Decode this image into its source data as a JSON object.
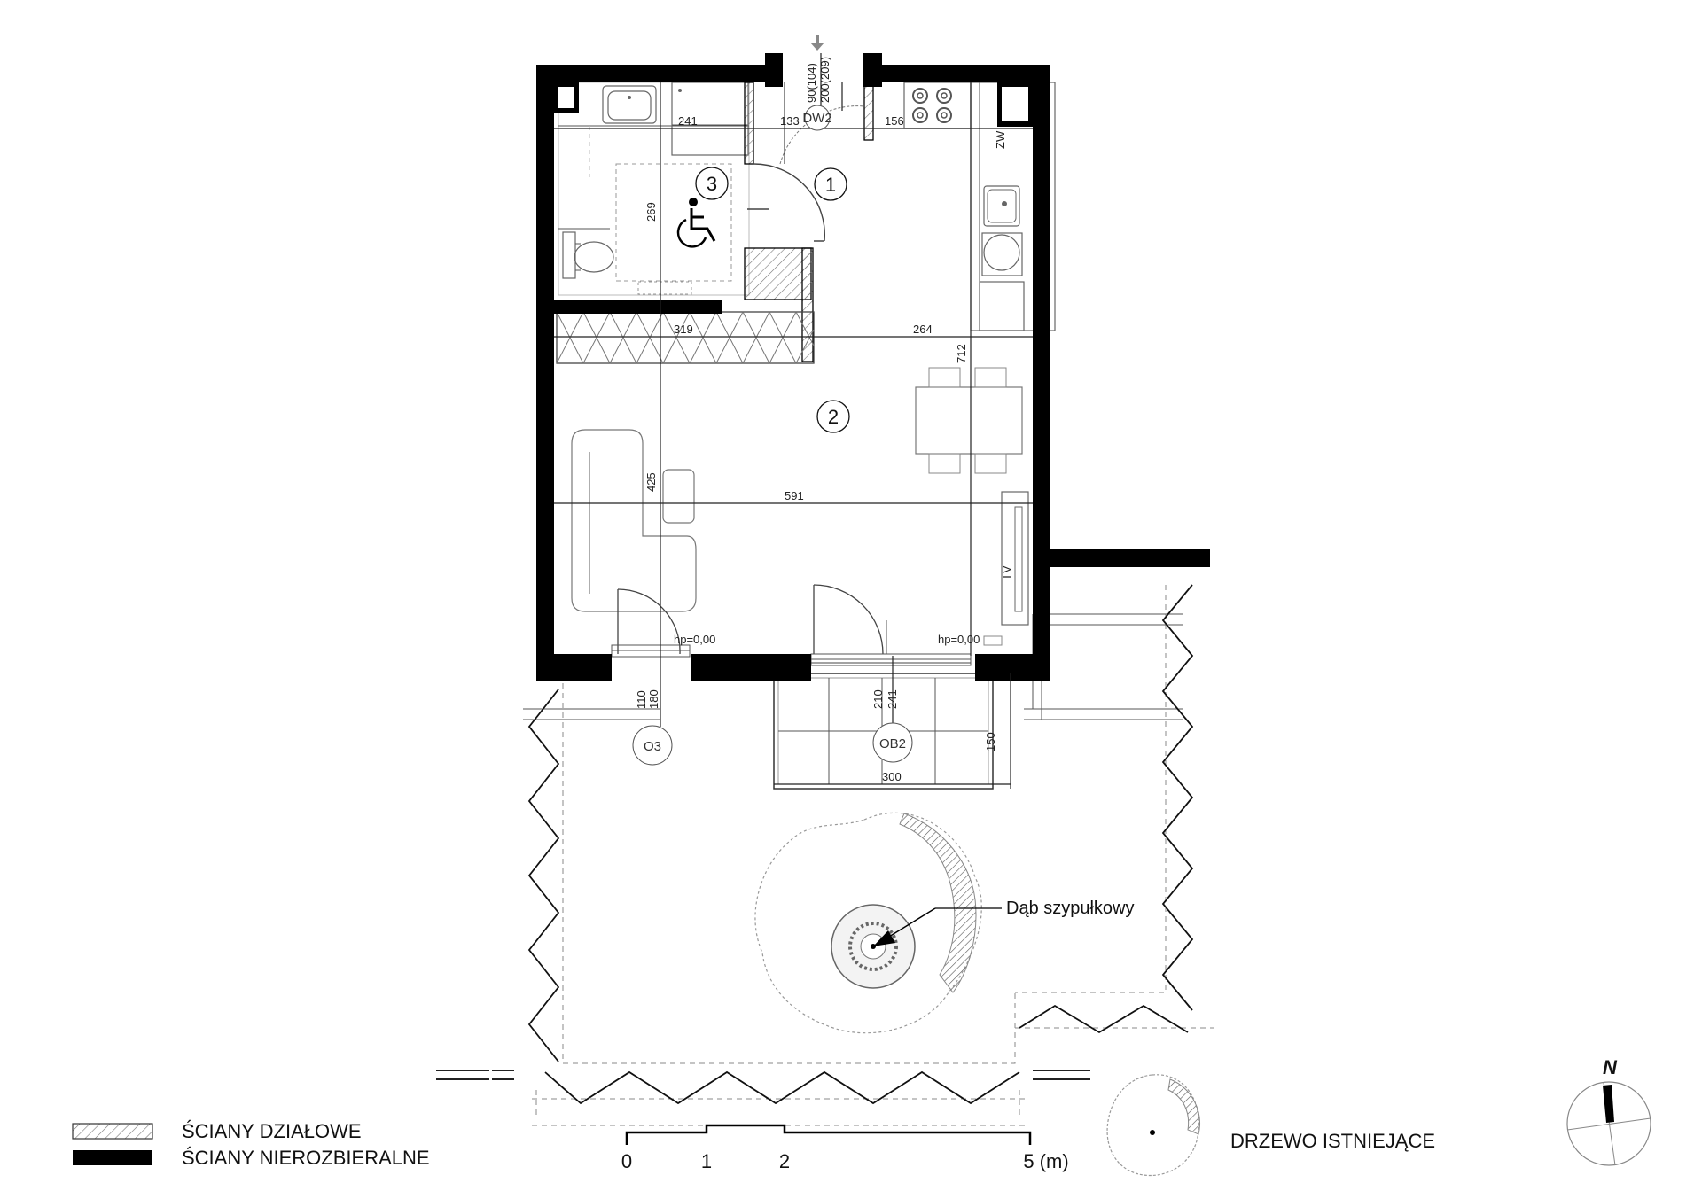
{
  "rooms": {
    "r1": "1",
    "r2": "2",
    "r3": "3"
  },
  "dimensions": {
    "bath_width": "241",
    "hall_width": "133",
    "kitchen_width": "156",
    "bath_depth": "269",
    "wardrobe_width": "319",
    "kitchen_run": "264",
    "living_depth_total": "712",
    "living_depth": "425",
    "living_width": "591",
    "terrace_depth": "150",
    "terrace_width": "300",
    "window_o3_low": "110",
    "window_o3_high": "180",
    "window_ob2_low": "210",
    "window_ob2_high": "241",
    "door_dw2_width": "90(104)",
    "door_dw2_height": "200(209)",
    "hp_left": "hp=0,00",
    "hp_right": "hp=0,00"
  },
  "tags": {
    "door_entrance": "DW2",
    "window_left": "O3",
    "window_balcony": "OB2"
  },
  "fixtures": {
    "washing_machine": "ZW",
    "tv": "TV"
  },
  "tree_label": "Dąb szypułkowy",
  "legend": {
    "partition_walls": "ŚCIANY DZIAŁOWE",
    "structural_walls": "ŚCIANY NIEROZBIERALNE",
    "existing_tree": "DRZEWO ISTNIEJĄCE"
  },
  "scale": {
    "tick0": "0",
    "tick1": "1",
    "tick2": "2",
    "tick5": "5 (m)"
  },
  "north": "N",
  "icons": [
    "wheelchair-icon",
    "north-arrow-icon",
    "entrance-arrow-icon",
    "tree-icon"
  ]
}
